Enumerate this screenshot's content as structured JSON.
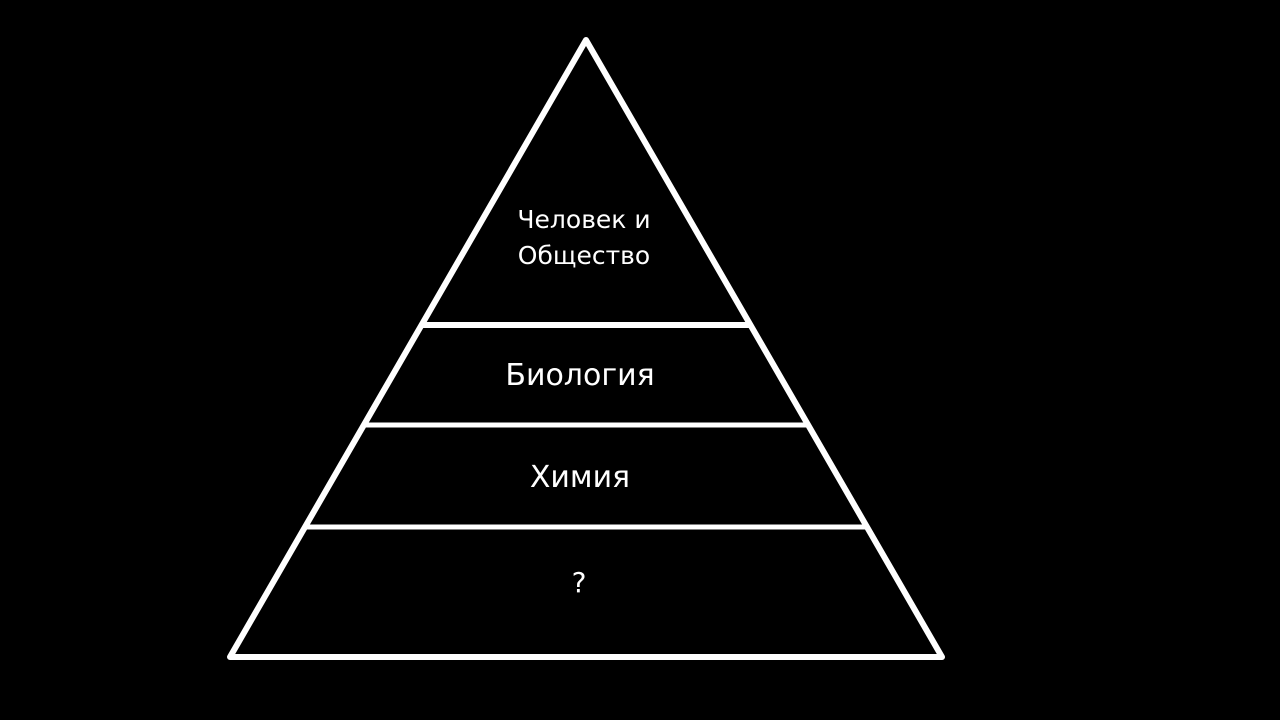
{
  "diagram": {
    "type": "pyramid",
    "colors": {
      "background": "#000000",
      "stroke": "#ffffff",
      "text": "#ffffff"
    },
    "levels": [
      {
        "line1": "Человек и",
        "line2": "Общество"
      },
      {
        "label": "Биология"
      },
      {
        "label": "Химия"
      },
      {
        "label": "?"
      }
    ]
  }
}
